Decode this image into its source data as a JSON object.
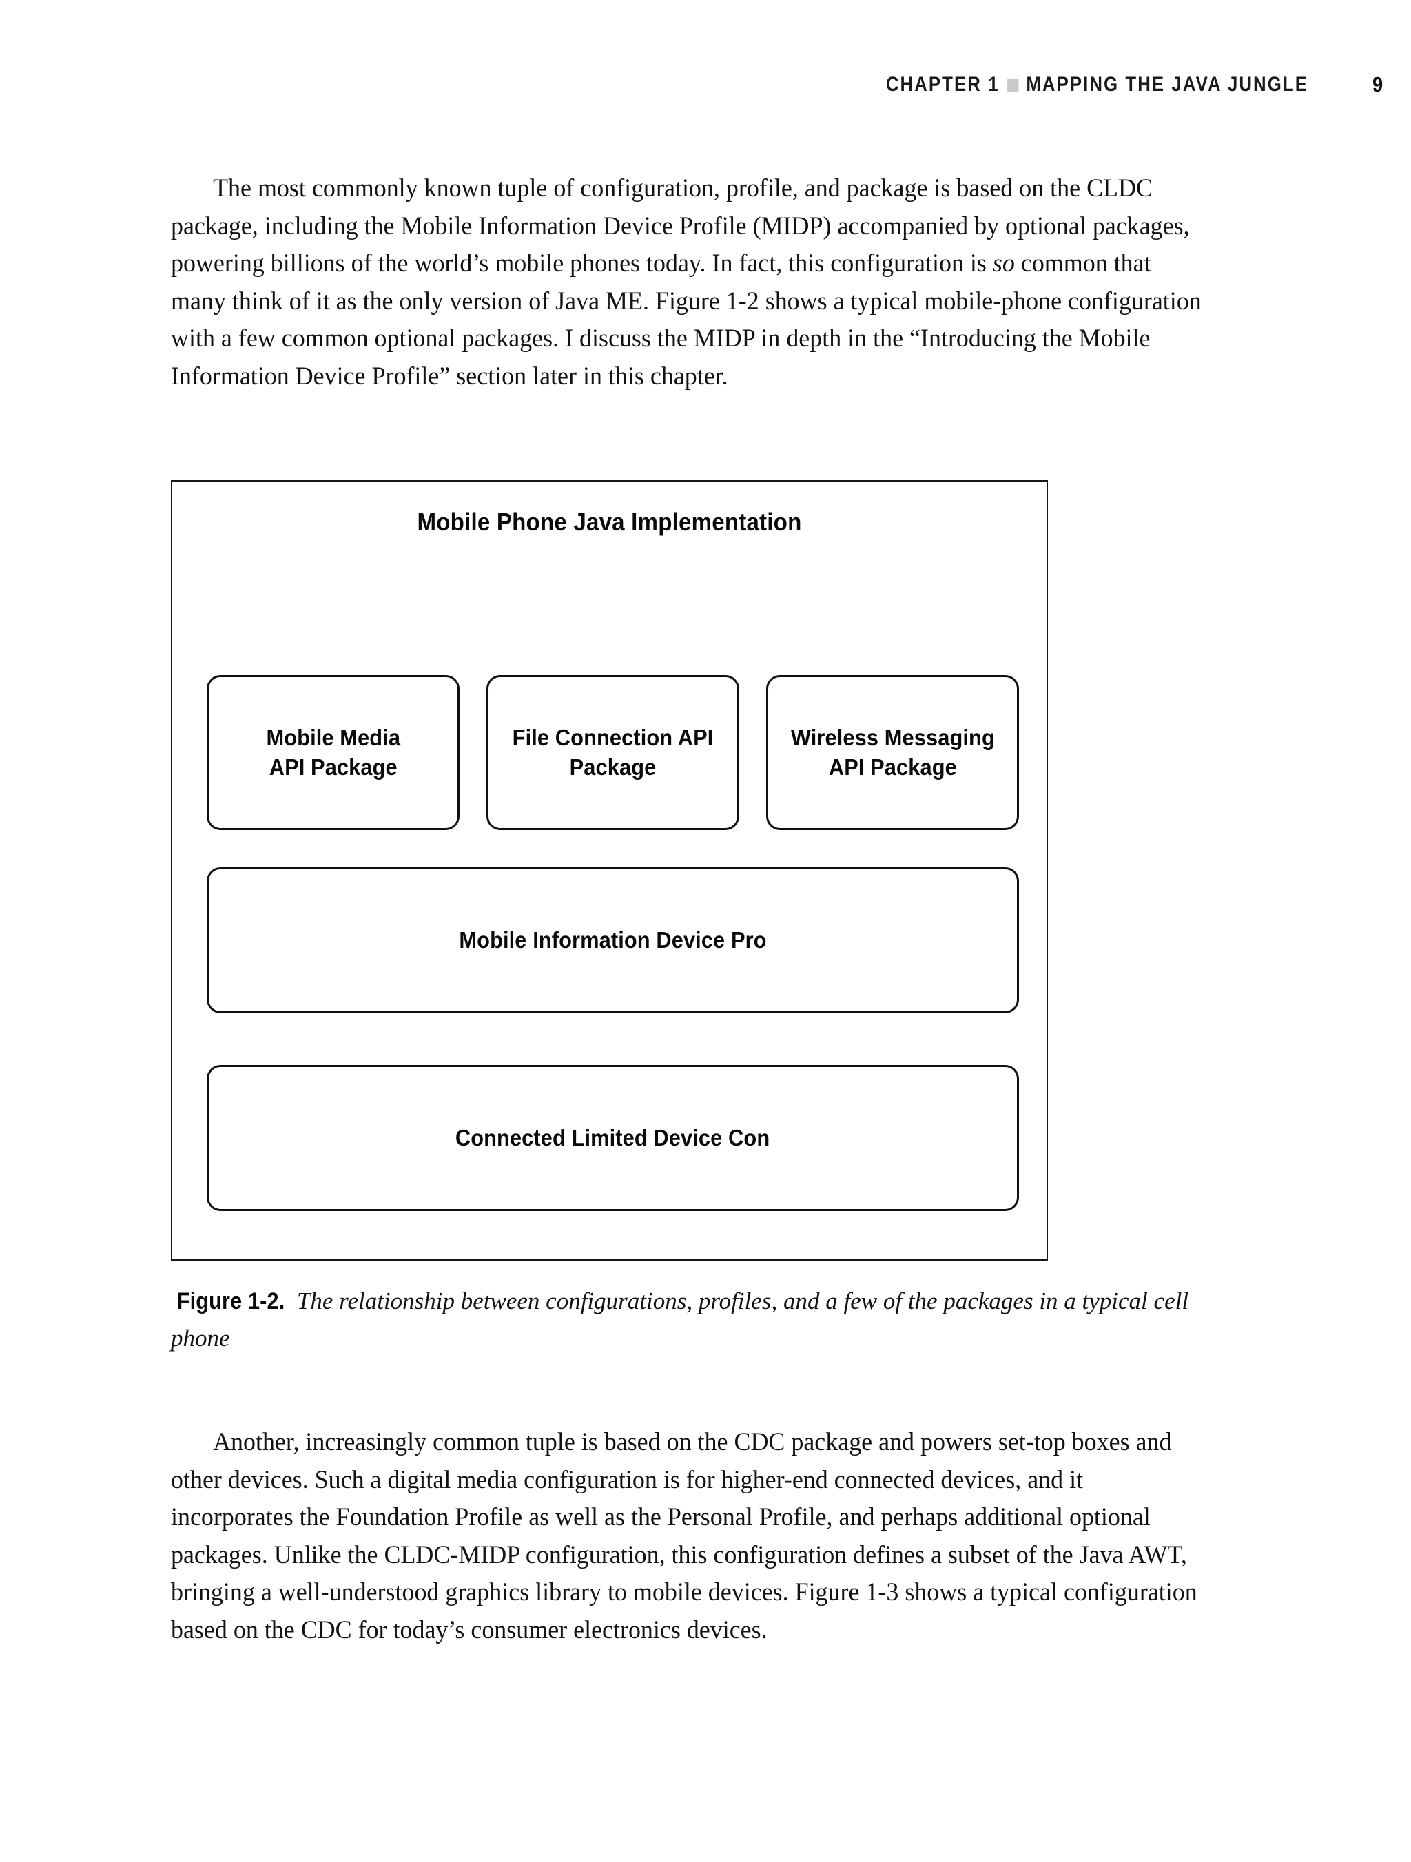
{
  "header": {
    "chapter_label": "CHAPTER 1",
    "separator_icon": "gray-square-bullet",
    "chapter_title": "MAPPING THE JAVA JUNGLE",
    "page_number": "9"
  },
  "body": {
    "paragraph_1_html": "The most commonly known tuple of configuration, profile, and package is based on the CLDC package, including the Mobile Information Device Profile (MIDP) accompanied by optional packages, powering billions of the world’s mobile phones today. In fact, this configuration is <em>so</em> common that many think of it as the only version of Java ME. Figure 1-2 shows a typical mobile-phone configuration with a few common optional packages. I discuss the MIDP in depth in the “Introducing the Mobile Information Device Profile” section later in this chapter.",
    "paragraph_2_html": "Another, increasingly common tuple is based on the CDC package and powers set-top boxes and other devices. Such a digital media configuration is for higher-end connected devices, and it incorporates the Foundation Profile as well as the Personal Profile, and perhaps additional optional packages. Unlike the CLDC-MIDP configuration, this configuration defines a subset of the Java AWT, bringing a well-understood graphics library to mobile devices. Figure 1-3 shows a typical configuration based on the CDC for today’s consumer electronics devices."
  },
  "figure": {
    "title": "Mobile Phone Java Implementation",
    "optional_packages": [
      {
        "label": "Mobile Media\nAPI Package"
      },
      {
        "label": "File Connection API\nPackage"
      },
      {
        "label": "Wireless Messaging\nAPI Package"
      }
    ],
    "profile": {
      "label": "Mobile Information Device Pro"
    },
    "configuration": {
      "label": "Connected Limited Device Con"
    }
  },
  "caption": {
    "label": "Figure 1-2.",
    "text": " The relationship between configurations, profiles, and a few of the packages in a typical cell phone"
  }
}
